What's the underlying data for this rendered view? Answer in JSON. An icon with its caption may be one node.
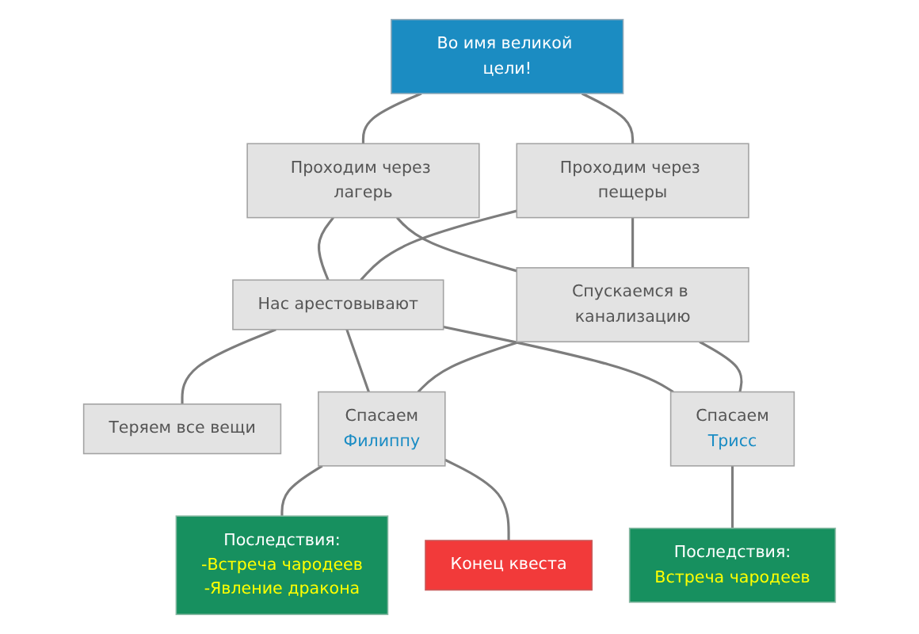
{
  "diagram": {
    "nodes": [
      {
        "text": [
          "Во имя великой цели!"
        ]
      },
      {
        "text": [
          "Проходим через лагерь"
        ]
      },
      {
        "text": [
          "Проходим через пещеры"
        ]
      },
      {
        "text": [
          "Нас арестовывают"
        ]
      },
      {
        "text": [
          "Спускаемся в канализацию"
        ]
      },
      {
        "text": [
          "Теряем все вещи"
        ]
      },
      {
        "text": [
          "Спасаем",
          "Филиппу"
        ]
      },
      {
        "text": [
          "Спасаем",
          "Трисс"
        ]
      },
      {
        "text": [
          "Последствия:",
          "-Встреча чародеев",
          "-Явление дракона"
        ]
      },
      {
        "text": [
          "Конец квеста"
        ]
      },
      {
        "text": [
          "Последствия:",
          "Встреча чародеев"
        ]
      }
    ],
    "edges": [
      {
        "from": 0,
        "to": 1,
        "arrow": "none"
      },
      {
        "from": 0,
        "to": 2,
        "arrow": "none"
      },
      {
        "from": 1,
        "to": 3,
        "arrow": "none"
      },
      {
        "from": 1,
        "to": 4,
        "arrow": "none"
      },
      {
        "from": 2,
        "to": 3,
        "arrow": "none"
      },
      {
        "from": 2,
        "to": 4,
        "arrow": "none"
      },
      {
        "from": 3,
        "to": 5,
        "arrow": "none"
      },
      {
        "from": 3,
        "to": 6,
        "arrow": "none"
      },
      {
        "from": 3,
        "to": 7,
        "arrow": "none"
      },
      {
        "from": 4,
        "to": 6,
        "arrow": "none"
      },
      {
        "from": 4,
        "to": 7,
        "arrow": "none"
      },
      {
        "from": 6,
        "to": 8,
        "arrow": "none"
      },
      {
        "from": 6,
        "to": 9,
        "arrow": "none"
      },
      {
        "from": 7,
        "to": 10,
        "arrow": "none"
      }
    ]
  }
}
